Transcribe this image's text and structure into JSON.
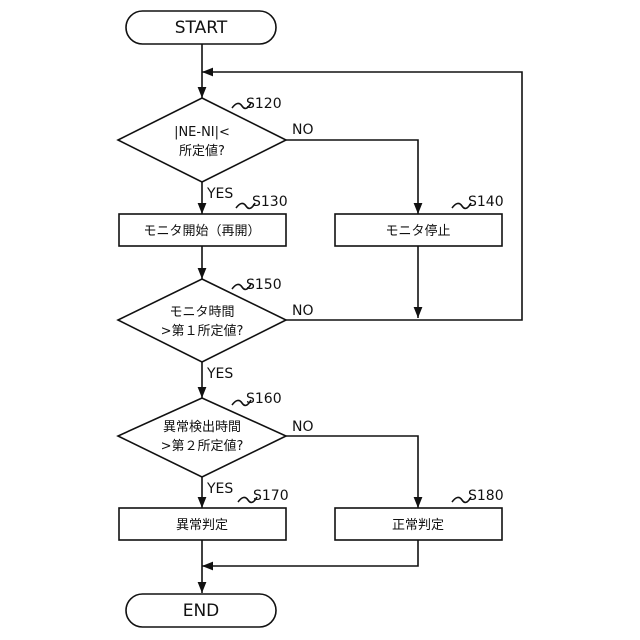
{
  "terminals": {
    "start": "START",
    "end": "END"
  },
  "decisions": {
    "d1": {
      "step": "S120",
      "line1": "|NE-NI|<",
      "line2": "所定値?",
      "yes": "YES",
      "no": "NO"
    },
    "d2": {
      "step": "S150",
      "line1": "モニタ時間",
      "line2": ">第１所定値?",
      "yes": "YES",
      "no": "NO"
    },
    "d3": {
      "step": "S160",
      "line1": "異常検出時間",
      "line2": ">第２所定値?",
      "yes": "YES",
      "no": "NO"
    }
  },
  "processes": {
    "p130": {
      "step": "S130",
      "label": "モニタ開始（再開）"
    },
    "p140": {
      "step": "S140",
      "label": "モニタ停止"
    },
    "p170": {
      "step": "S170",
      "label": "異常判定"
    },
    "p180": {
      "step": "S180",
      "label": "正常判定"
    }
  }
}
